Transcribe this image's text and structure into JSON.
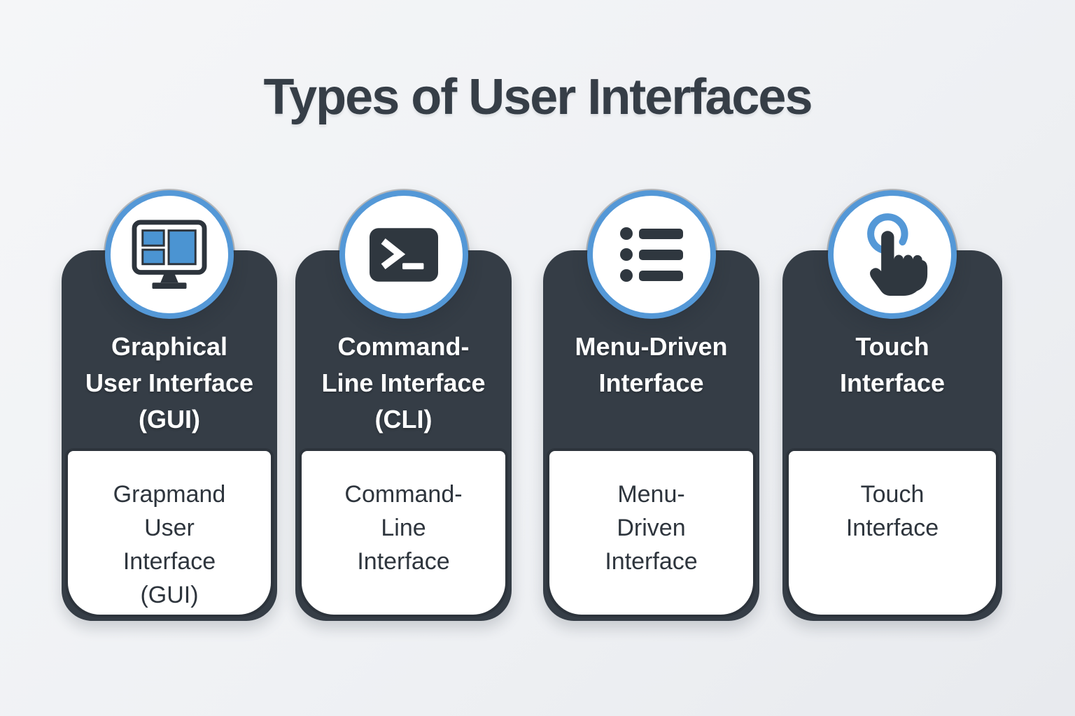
{
  "title": "Types of User Interfaces",
  "colors": {
    "background": "#eff1f4",
    "card_dark": "#353d46",
    "accent_blue_ring": "#5498d7",
    "icon_blue": "#4b94d2",
    "panel_white": "#ffffff",
    "title_text": "#363e47",
    "body_text": "#2e353d",
    "panel_border": "#2d343c"
  },
  "cards": [
    {
      "icon": "gui-monitor-icon",
      "header_text": "Graphical User Interface (GUI)",
      "header_lines": [
        "Graphical",
        "User Interface",
        "(GUI)"
      ],
      "body_text": "Grapmand User Interface (GUI)",
      "body_lines": [
        "Grapmand",
        "User",
        "Interface",
        "(GUI)"
      ]
    },
    {
      "icon": "terminal-icon",
      "header_text": "Command-Line Interface (CLI)",
      "header_lines": [
        "Command-",
        "Line Interface",
        "(CLI)"
      ],
      "body_text": "Command-Line Interface",
      "body_lines": [
        "Command-",
        "Line",
        "Interface"
      ]
    },
    {
      "icon": "menu-list-icon",
      "header_text": "Menu-Driven Interface",
      "header_lines": [
        "Menu-Driven",
        "Interface"
      ],
      "body_text": "Menu-Driven Interface",
      "body_lines": [
        "Menu-",
        "Driven",
        "Interface"
      ]
    },
    {
      "icon": "touch-icon",
      "header_text": "Touch Interface",
      "header_lines": [
        "Touch",
        "Interface"
      ],
      "body_text": "Touch Interface",
      "body_lines": [
        "Touch",
        "Interface"
      ]
    }
  ]
}
